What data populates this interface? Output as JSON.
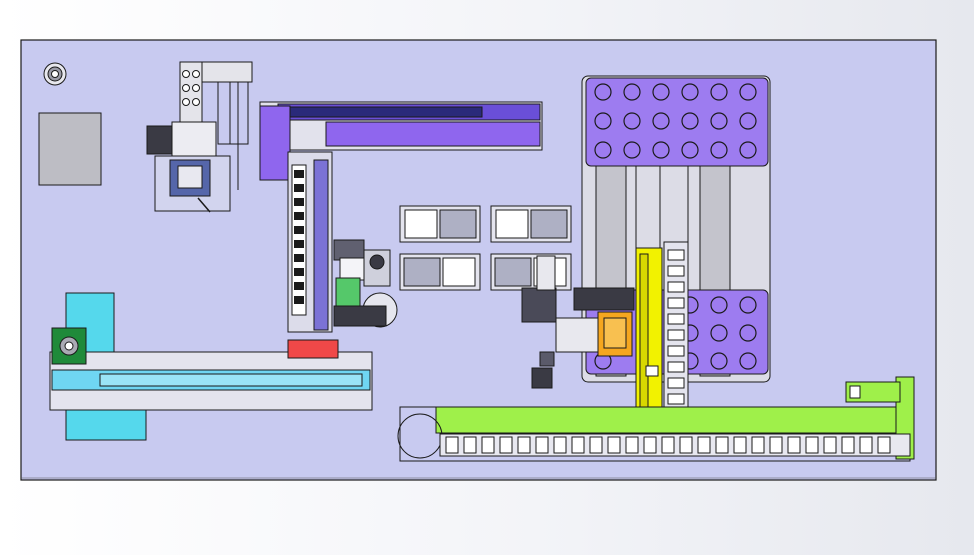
{
  "view": {
    "type": "cad-top-view",
    "background": "#eef0f5"
  },
  "colors": {
    "baseplate": "#c8caf0",
    "outline": "#1a1a1a",
    "purple_actuator": "#8f66ee",
    "blue_rail": "#6fd6f2",
    "cyan_block": "#55d8ec",
    "green_gantry": "#9ff04a",
    "yellow_axis": "#f2f200",
    "orange_gripper": "#f5a61e",
    "red_block": "#f04848",
    "dark_green_plate": "#1f8a3a",
    "tray_purple": "#9d7cf0",
    "grey_panel": "#bdbdc4",
    "slot_white": "#ffffff"
  },
  "components": [
    "baseplate",
    "mounting-hole",
    "grey-panel",
    "vertical-lift-module",
    "purple-linear-actuator",
    "vertical-drag-chain",
    "gripper-assembly",
    "sample-plates",
    "purple-tray-top",
    "purple-tray-bottom",
    "gantry-y-rails",
    "yellow-z-axis",
    "orange-gripper",
    "green-gantry-x-axis",
    "horizontal-drag-chain",
    "cyan-linear-module",
    "red-carriage",
    "motor-stack"
  ]
}
